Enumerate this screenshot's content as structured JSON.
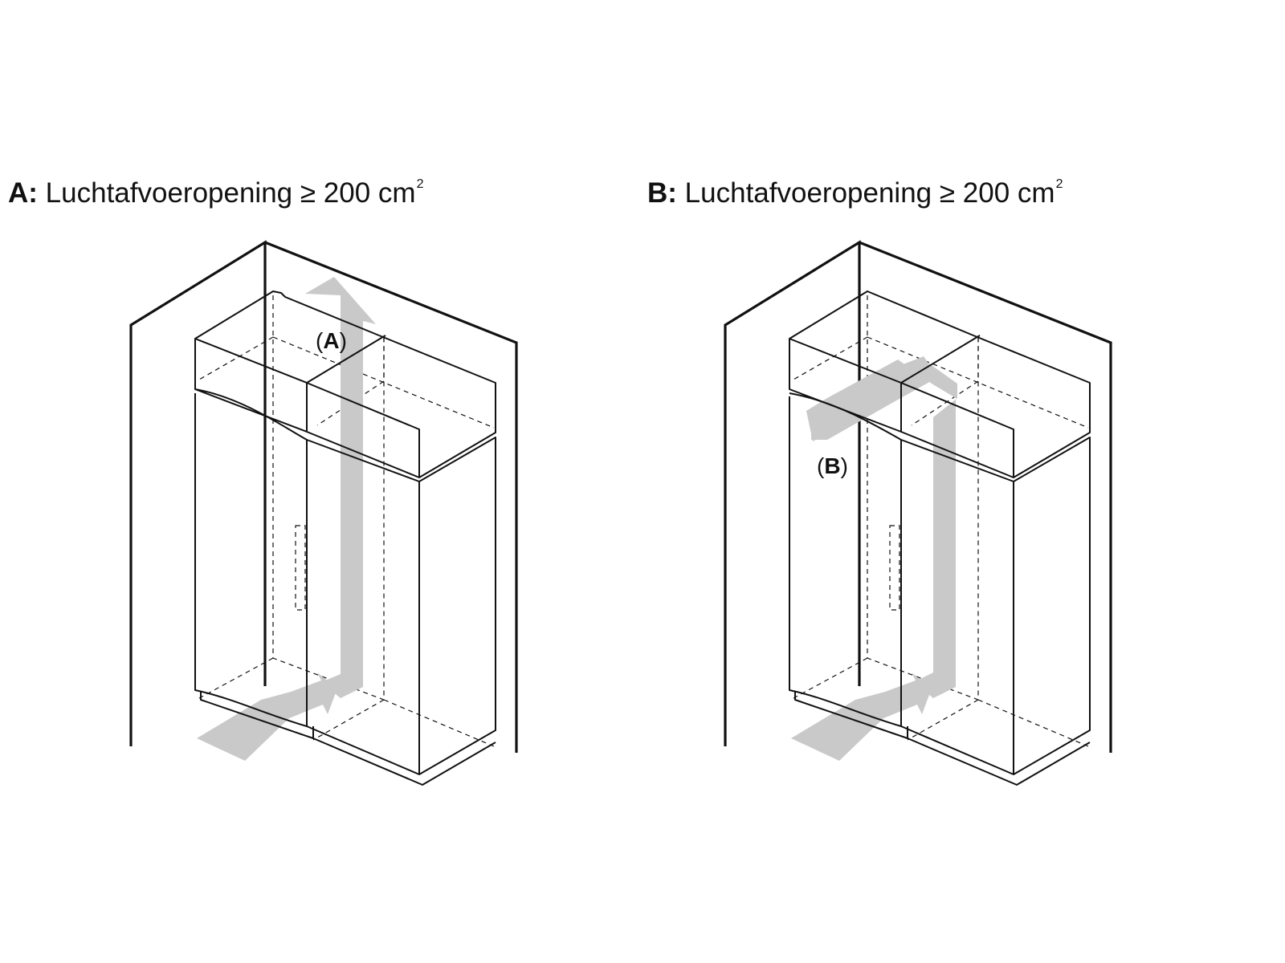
{
  "figure_a": {
    "letter": "A:",
    "caption": "Luchtafvoeropening ≥ 200 cm",
    "unit_exponent": "2",
    "callout_open": "(",
    "callout_letter": "A",
    "callout_close": ")"
  },
  "figure_b": {
    "letter": "B:",
    "caption": "Luchtafvoeropening ≥ 200 cm",
    "unit_exponent": "2",
    "callout_open": "(",
    "callout_letter": "B",
    "callout_close": ")"
  },
  "colors": {
    "line": "#111111",
    "airflow_arrow": "#c9c9c9",
    "background": "#ffffff"
  }
}
